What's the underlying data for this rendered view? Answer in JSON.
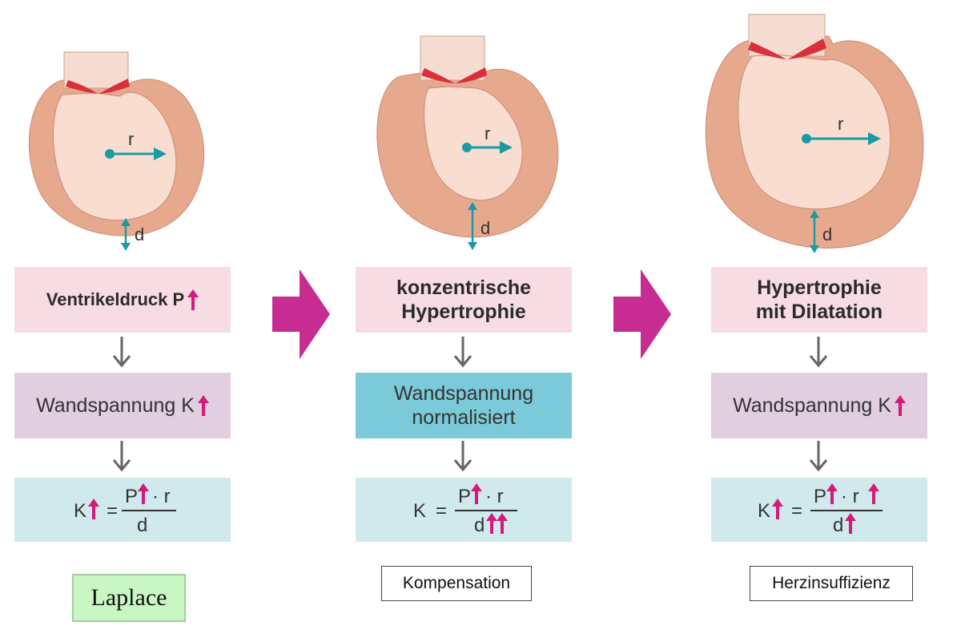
{
  "panels": [
    {
      "id": "laplace",
      "heart": {
        "radius_label": "r",
        "wall_label": "d"
      },
      "cause": "Ventrikeldruck P",
      "wall_tension": "Wandspannung K",
      "formula": {
        "lhs": "K",
        "eq": "=",
        "num_p": "P",
        "dot_r": "· r",
        "den": "d"
      },
      "footer": "Laplace"
    },
    {
      "id": "kompensation",
      "heart": {
        "radius_label": "r",
        "wall_label": "d"
      },
      "cause_line1": "konzentrische",
      "cause_line2": "Hypertrophie",
      "wall_tension_line1": "Wandspannung",
      "wall_tension_line2": "normalisiert",
      "formula": {
        "lhs": "K",
        "eq": "=",
        "num_p": "P",
        "dot_r": "· r",
        "den": "d"
      },
      "footer": "Kompensation"
    },
    {
      "id": "herzinsuffizienz",
      "heart": {
        "radius_label": "r",
        "wall_label": "d"
      },
      "cause_line1": "Hypertrophie",
      "cause_line2": "mit Dilatation",
      "wall_tension": "Wandspannung K",
      "formula": {
        "lhs": "K",
        "eq": "=",
        "num_p": "P",
        "dot_r": "· r",
        "den": "d"
      },
      "footer": "Herzinsuffizienz"
    }
  ],
  "colors": {
    "heart_muscle": "#e7a98e",
    "cavity": "#f8ddd0",
    "valve": "#d8303c",
    "vector": "#1a9aa6",
    "increase_arrow": "#d6187a",
    "transition_arrow": "#c62c92",
    "flow_arrow": "#666666"
  }
}
